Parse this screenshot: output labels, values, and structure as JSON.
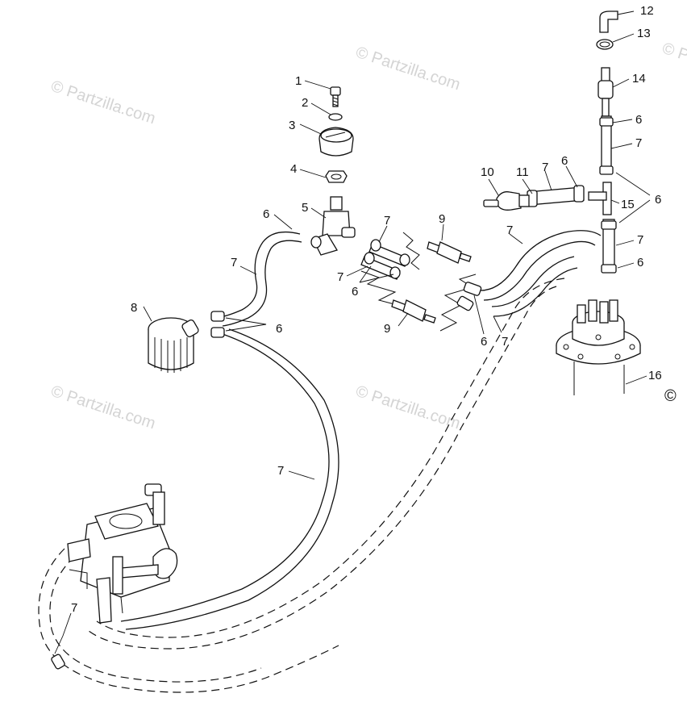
{
  "watermark": "© Partzilla.com",
  "copyright_symbol": "©",
  "callouts": {
    "c1": "1",
    "c2": "2",
    "c3": "3",
    "c4": "4",
    "c5": "5",
    "c6a": "6",
    "c6b": "6",
    "c6c": "6",
    "c6d": "6",
    "c6e": "6",
    "c6f": "6",
    "c6g": "6",
    "c6h": "6",
    "c7a": "7",
    "c7b": "7",
    "c7c": "7",
    "c7d": "7",
    "c7e": "7",
    "c7f": "7",
    "c7g": "7",
    "c7h": "7",
    "c7i": "7",
    "c7j": "7",
    "c8": "8",
    "c9a": "9",
    "c9b": "9",
    "c10": "10",
    "c11": "11",
    "c12": "12",
    "c13": "13",
    "c14": "14",
    "c15": "15",
    "c16": "16"
  }
}
